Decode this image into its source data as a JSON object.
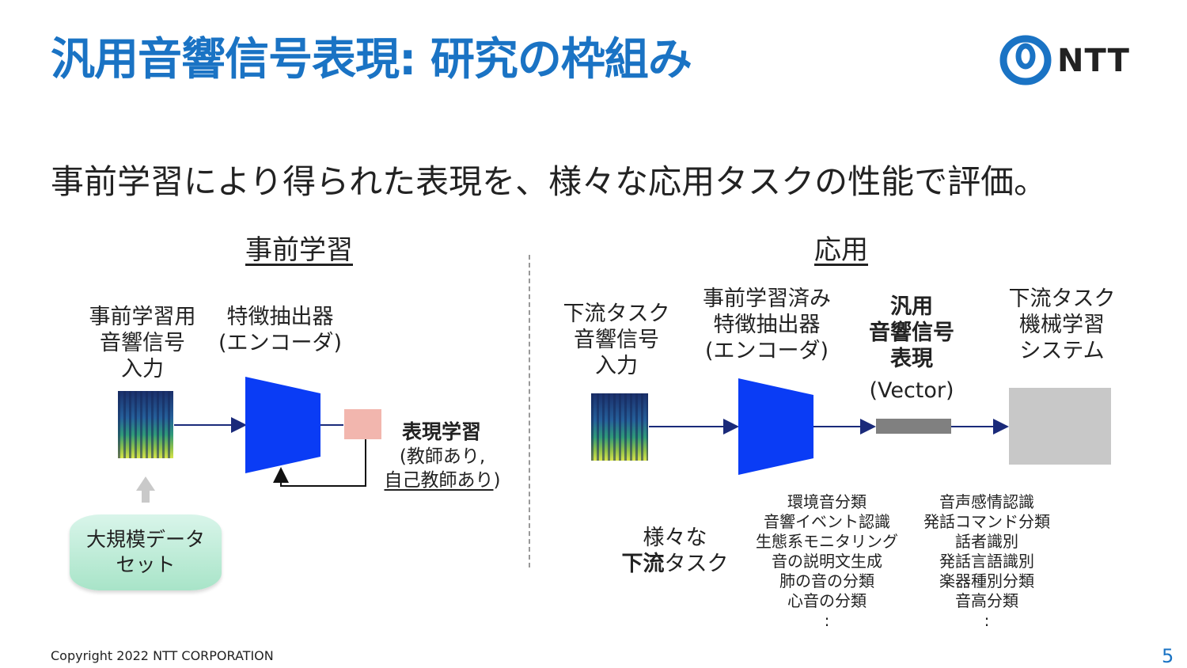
{
  "title": "汎用音響信号表現: 研究の枠組み",
  "logo": {
    "text": "NTT",
    "brand_color": "#1a73c4"
  },
  "subtitle": "事前学習により得られた表現を、様々な応用タスクの性能で評価。",
  "pretraining": {
    "heading": "事前学習",
    "input_label": [
      "事前学習用",
      "音響信号",
      "入力"
    ],
    "encoder_label": [
      "特徴抽出器",
      "(エンコーダ)"
    ],
    "learning_title": "表現学習",
    "learning_sub1": "(教師あり,",
    "learning_sub2": "自己教師あり",
    "learning_sub2_close": ")",
    "dataset": [
      "大規模データ",
      "セット"
    ]
  },
  "application": {
    "heading": "応用",
    "input_label": [
      "下流タスク",
      "音響信号",
      "入力"
    ],
    "encoder_label": [
      "事前学習済み",
      "特徴抽出器",
      "(エンコーダ)"
    ],
    "representation_label": [
      "汎用",
      "音響信号",
      "表現"
    ],
    "representation_sub": "(Vector)",
    "downstream_label": [
      "下流タスク",
      "機械学習",
      "システム"
    ],
    "various_tasks_line1": "様々な",
    "various_tasks_bold": "下流",
    "various_tasks_rest": "タスク",
    "tasks_left": [
      "環境音分類",
      "音響イベント認識",
      "生態系モニタリング",
      "音の説明文生成",
      "肺の音の分類",
      "心音の分類",
      ":"
    ],
    "tasks_right": [
      "音声感情認識",
      "発話コマンド分類",
      "話者識別",
      "発話言語識別",
      "楽器種別分類",
      "音高分類",
      ":"
    ]
  },
  "colors": {
    "encoder": "#0a3cf5",
    "arrow": "#1a2a7a",
    "pink_box": "#f2b6ae",
    "gray_bar": "#808080",
    "gray_box": "#c8c8c8"
  },
  "footer": "Copyright 2022 NTT CORPORATION",
  "page_number": "5"
}
